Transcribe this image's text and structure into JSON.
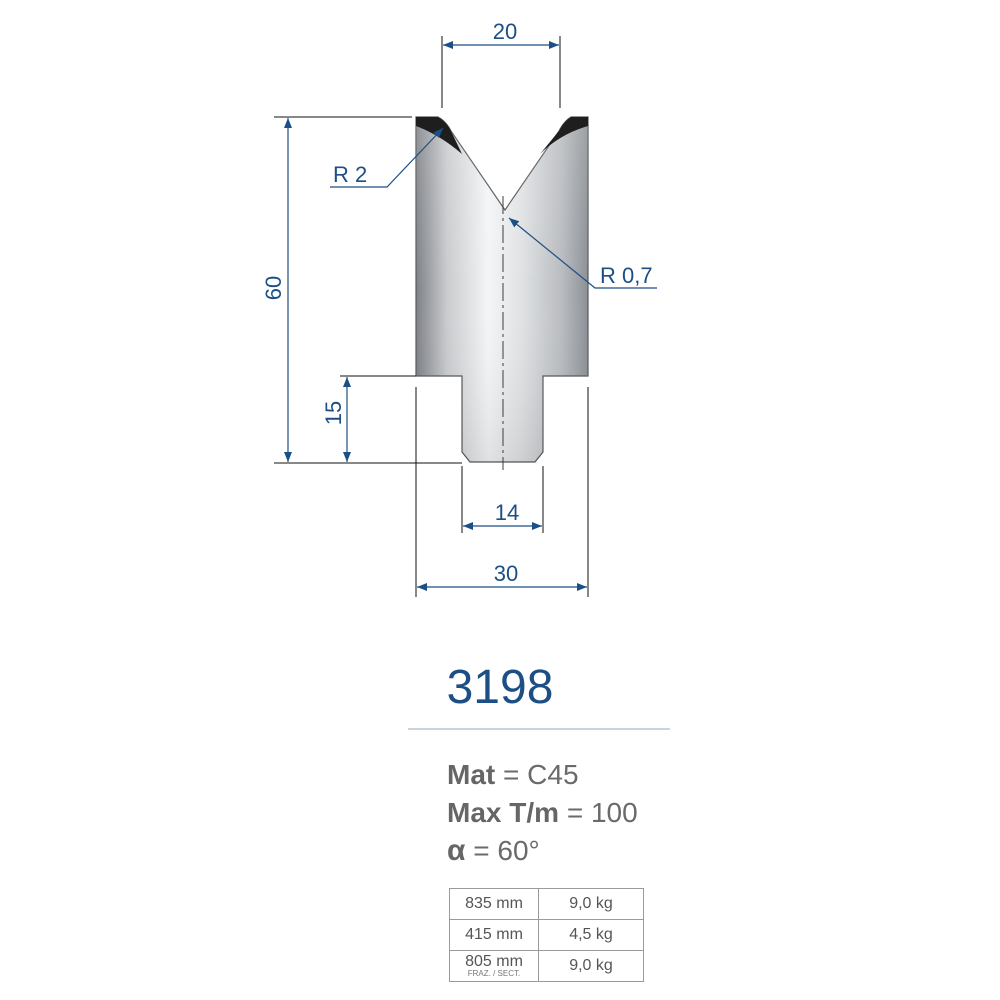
{
  "drawing": {
    "dimensions": {
      "top_width": "20",
      "total_height": "60",
      "tang_height": "15",
      "tang_width": "14",
      "body_width": "30",
      "shoulder_radius": "R 2",
      "v_radius": "R 0,7"
    },
    "colors": {
      "dimension_line": "#1c4f86",
      "tip_dark": "#1e1e1e"
    }
  },
  "product": {
    "code": "3198",
    "mat_label": "Mat",
    "mat_value": "= C45",
    "max_label": "Max T/m",
    "max_value": "= 100",
    "alpha_symbol": "α",
    "alpha_value": "= 60°"
  },
  "weights": [
    {
      "length": "835 mm",
      "sub": "",
      "weight": "9,0  kg"
    },
    {
      "length": "415 mm",
      "sub": "",
      "weight": "4,5  kg"
    },
    {
      "length": "805 mm",
      "sub": "FRAZ. / SECT.",
      "weight": "9,0  kg"
    }
  ]
}
